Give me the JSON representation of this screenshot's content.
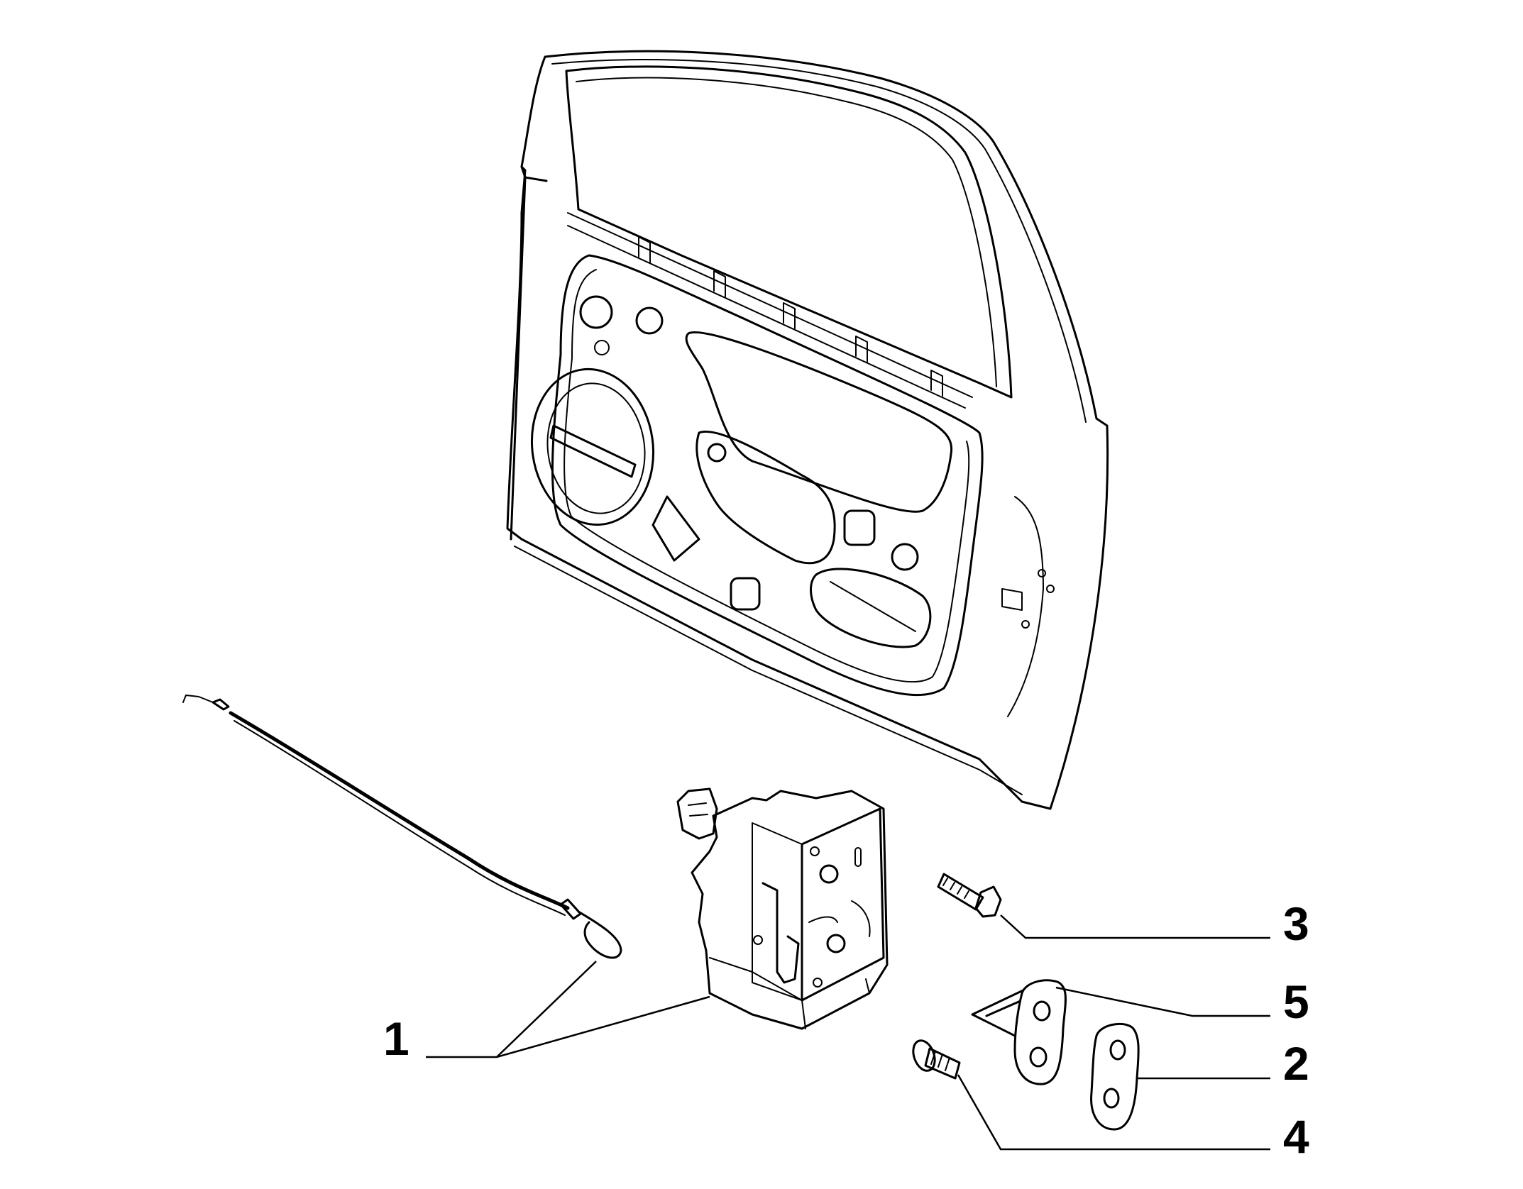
{
  "diagram": {
    "callouts": [
      {
        "id": "1",
        "label": "1"
      },
      {
        "id": "2",
        "label": "2"
      },
      {
        "id": "3",
        "label": "3"
      },
      {
        "id": "4",
        "label": "4"
      },
      {
        "id": "5",
        "label": "5"
      }
    ],
    "line_color": "#000000",
    "background": "#ffffff"
  }
}
